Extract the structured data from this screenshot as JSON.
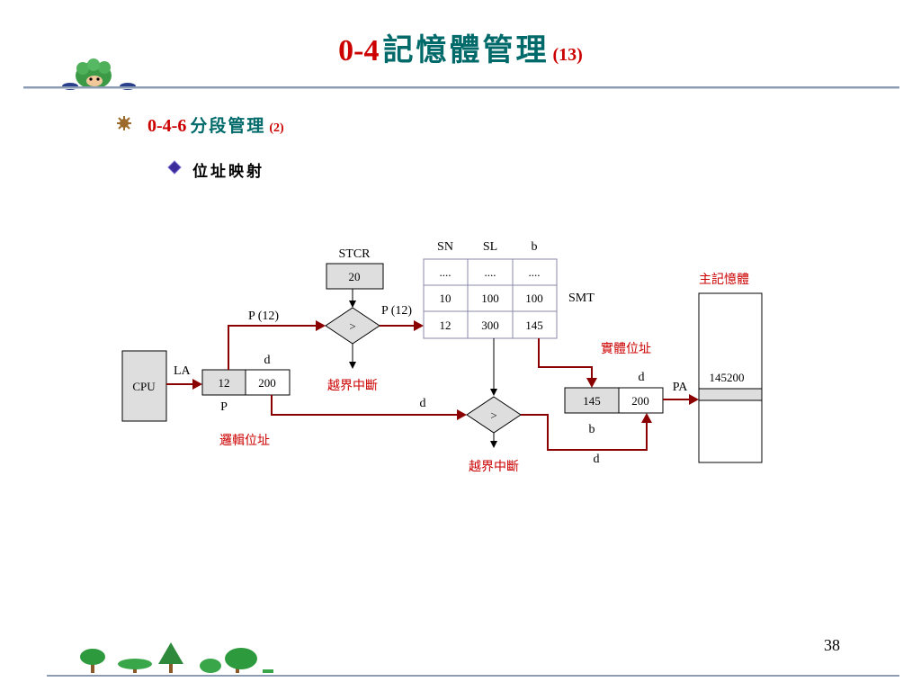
{
  "title": {
    "number": "0-4",
    "text": "記憶體管理",
    "sub": "(13)"
  },
  "bullet": {
    "number": "0-4-6",
    "text": "分段管理",
    "sub": "(2)"
  },
  "subbullet": "位址映射",
  "page_number": "38",
  "diagram": {
    "cpu": "CPU",
    "la": "LA",
    "logical_p": "12",
    "logical_d": "200",
    "label_d_top": "d",
    "label_p_bottom": "P",
    "logical_address": "邏輯位址",
    "p12_left": "P (12)",
    "p12_right": "P (12)",
    "stcr_label": "STCR",
    "stcr_value": "20",
    "comparator1": ">",
    "overflow1": "越界中斷",
    "smt": {
      "headers": [
        "SN",
        "SL",
        "b"
      ],
      "rows": [
        [
          "....",
          "....",
          "...."
        ],
        [
          "10",
          "100",
          "100"
        ],
        [
          "12",
          "300",
          "145"
        ]
      ],
      "label": "SMT"
    },
    "d_mid": "d",
    "comparator2": ">",
    "overflow2": "越界中斷",
    "physical_address": "實體位址",
    "phys_d_top": "d",
    "phys_b": "145",
    "phys_d": "200",
    "label_b": "b",
    "label_d_bottom": "d",
    "pa": "PA",
    "main_memory": "主記憶體",
    "memory_value": "145200"
  }
}
